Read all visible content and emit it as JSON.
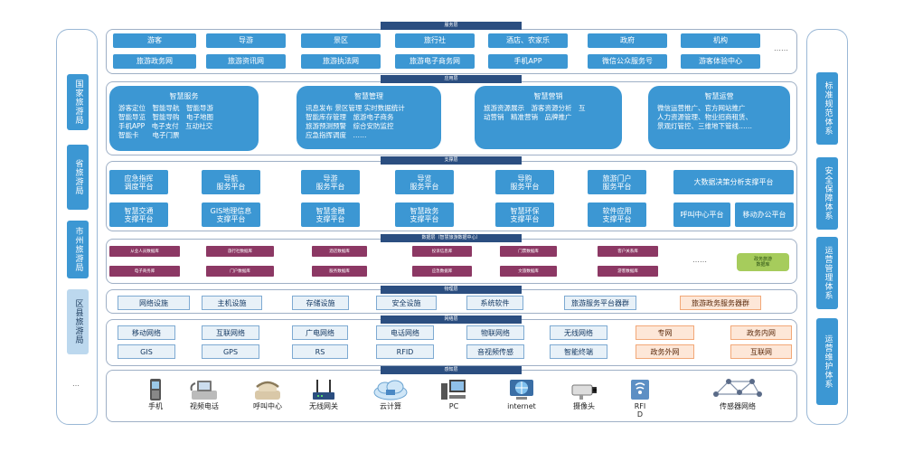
{
  "left_levels": [
    "国家旅游局",
    "省旅游局",
    "市州旅游局",
    "区县旅游局"
  ],
  "left_more": "…",
  "right_systems": [
    "标准规范体系",
    "安全保障体系",
    "运营管理体系",
    "运营维护体系"
  ],
  "layers": {
    "service": "服务层",
    "application": "应用层",
    "support": "支撑层",
    "data": "数据层（智慧旅游数据中心）",
    "physical": "物理层",
    "network": "网络层",
    "sensing": "感知层"
  },
  "service": {
    "row1": [
      "游客",
      "导游",
      "景区",
      "旅行社",
      "酒店、农家乐",
      "政府",
      "机构"
    ],
    "row2": [
      "旅游政务网",
      "旅游资讯网",
      "旅游执法网",
      "旅游电子商务网",
      "手机APP",
      "微信公众服务号",
      "游客体验中心"
    ],
    "more": "……"
  },
  "application": [
    {
      "title": "智慧服务",
      "body": "游客定位　智能导航　智能导游\n智能导览　智能导购　电子地图\n手机APP　电子支付　互动社交\n智能卡　　电子门票"
    },
    {
      "title": "智慧管理",
      "body": "讯息发布 景区管理  实时数据统计\n智能库存管理　旅游电子商务\n旅游预测预警　综合安防监控\n应急指挥调度　……"
    },
    {
      "title": "智慧营销",
      "body": "旅游资源展示　游客资源分析　互\n动营销　精准营销　品牌推广"
    },
    {
      "title": "智慧运营",
      "body": "微信运营推广、官方网站推广\n人力资源管理、物业招商租赁、\n景观灯管控、三维地下管线……"
    }
  ],
  "support": {
    "row1": [
      "应急指挥\n调度平台",
      "导航\n服务平台",
      "导游\n服务平台",
      "导览\n服务平台",
      "导购\n服务平台",
      "旅游门户\n服务平台"
    ],
    "row1_wide": "大数据决策分析支撑平台",
    "row2": [
      "智慧交通\n支撑平台",
      "GIS地理信息\n支撑平台",
      "智慧金融\n支撑平台",
      "智慧政务\n支撑平台",
      "智慧环保\n支撑平台",
      "软件应用\n支撑平台"
    ],
    "row2_extra": [
      "呼叫中心平台",
      "移动办公平台"
    ]
  },
  "data": {
    "row1": [
      "从业人员数据库",
      "旅行社数据库",
      "酒店数据库",
      "投诉信息库",
      "门票数据库",
      "客户关系库"
    ],
    "row2": [
      "电子商务库",
      "门户数据库",
      "服务数据库",
      "应急数据库",
      "文旅数据库",
      "游客数据库"
    ],
    "more": "……",
    "gov": "政务旅游\n数据库"
  },
  "physical": {
    "blue": [
      "网络设施",
      "主机设施",
      "存储设施",
      "安全设施",
      "系统软件",
      "旅游服务平台器群"
    ],
    "orange": "旅游政务服务器群"
  },
  "network": {
    "row1": [
      "移动网络",
      "互联网络",
      "广电网络",
      "电话网络",
      "物联网络",
      "无线网络"
    ],
    "row2": [
      "GIS",
      "GPS",
      "RS",
      "RFID",
      "音视频传感",
      "智能终端"
    ],
    "orange1": [
      "专网",
      "政务内网"
    ],
    "orange2": [
      "政务外网",
      "互联网"
    ]
  },
  "sensing": [
    {
      "label": "手机",
      "icon": "mobile-phone-icon"
    },
    {
      "label": "视频电话",
      "icon": "video-phone-icon"
    },
    {
      "label": "呼叫中心",
      "icon": "call-center-icon"
    },
    {
      "label": "无线网关",
      "icon": "wireless-gateway-icon"
    },
    {
      "label": "云计算",
      "icon": "cloud-computing-icon"
    },
    {
      "label": "PC",
      "icon": "pc-icon"
    },
    {
      "label": "internet",
      "icon": "internet-icon"
    },
    {
      "label": "摄像头",
      "icon": "camera-icon"
    },
    {
      "label": "RFI\nD",
      "icon": "rfid-icon"
    },
    {
      "label": "传感器网络",
      "icon": "sensor-network-icon"
    }
  ],
  "colors": {
    "blue": "#3c97d3",
    "dark_blue": "#2b4e80",
    "magenta": "#8c3864",
    "green": "#a6cc5c",
    "orange_border": "#f2a878"
  }
}
